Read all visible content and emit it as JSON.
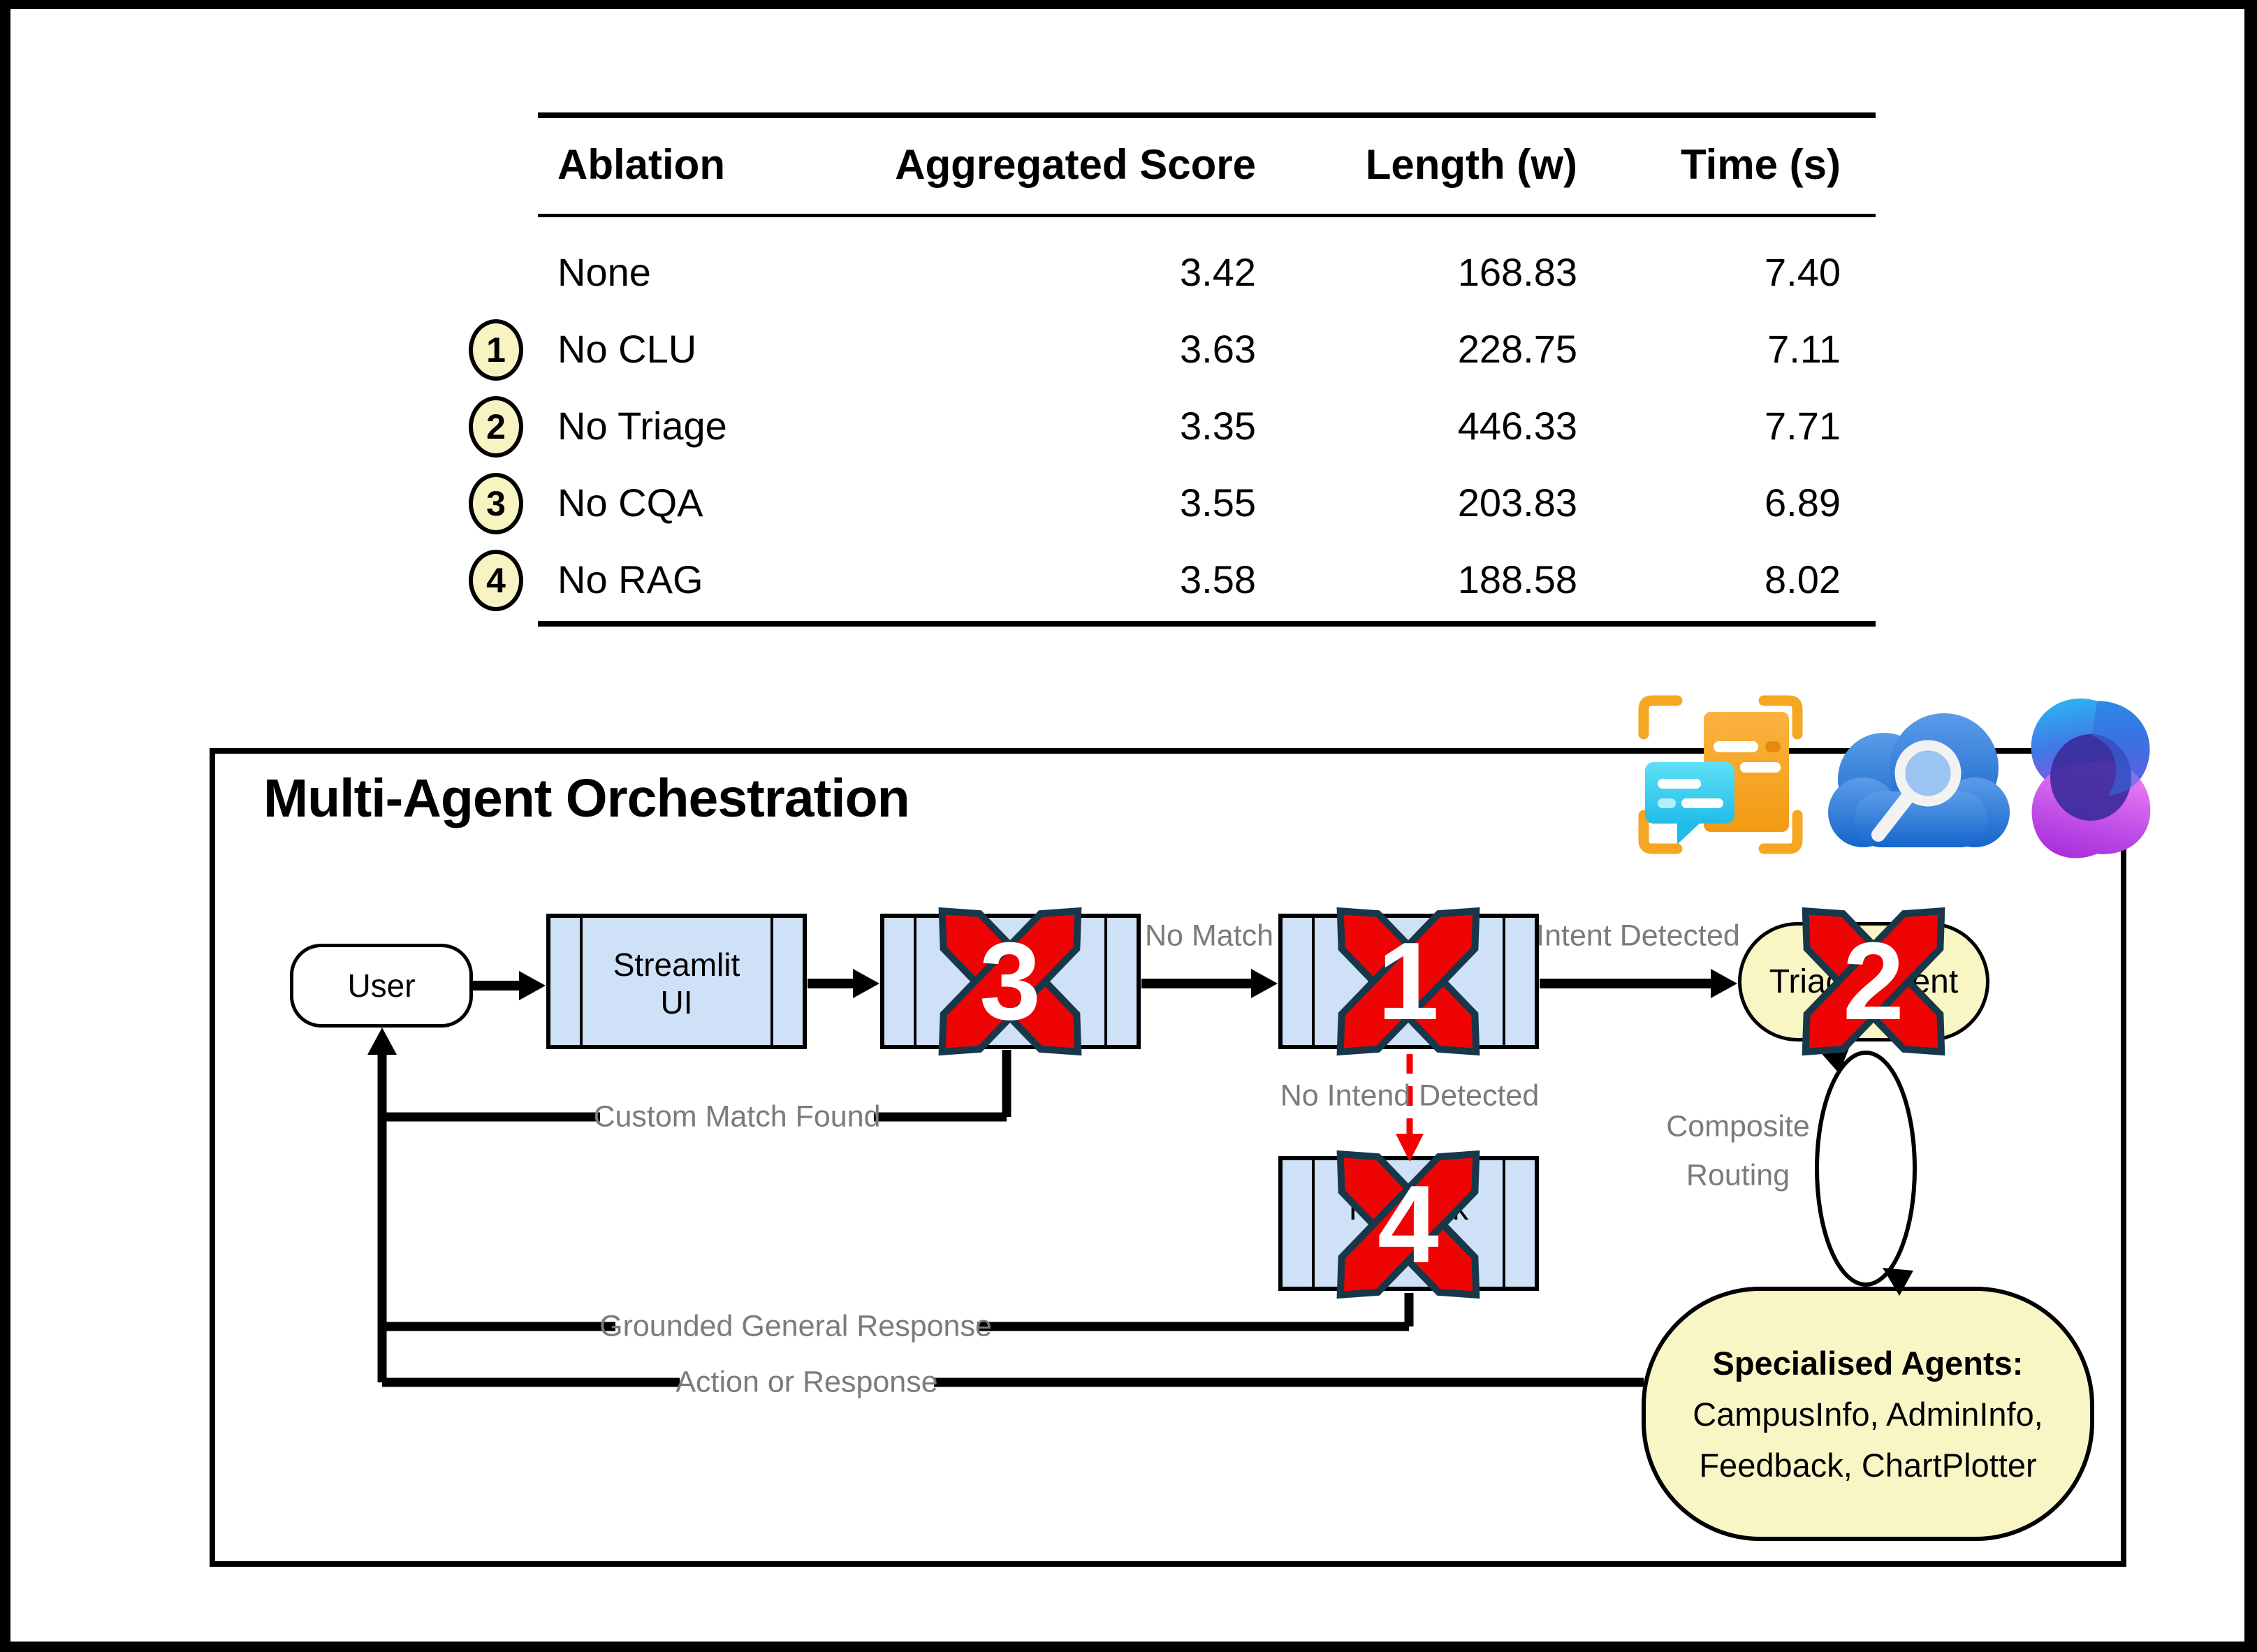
{
  "table": {
    "headers": {
      "ablation": "Ablation",
      "score": "Aggregated Score",
      "length": "Length (w)",
      "time": "Time (s)"
    },
    "rows": [
      {
        "marker": "",
        "ablation": "None",
        "score": "3.42",
        "length": "168.83",
        "time": "7.40"
      },
      {
        "marker": "1",
        "ablation": "No CLU",
        "score": "3.63",
        "length": "228.75",
        "time": "7.11"
      },
      {
        "marker": "2",
        "ablation": "No Triage",
        "score": "3.35",
        "length": "446.33",
        "time": "7.71"
      },
      {
        "marker": "3",
        "ablation": "No CQA",
        "score": "3.55",
        "length": "203.83",
        "time": "6.89"
      },
      {
        "marker": "4",
        "ablation": "No RAG",
        "score": "3.58",
        "length": "188.58",
        "time": "8.02"
      }
    ]
  },
  "diagram": {
    "title": "Multi-Agent Orchestration",
    "nodes": {
      "user": "User",
      "streamlit_line1": "Streamlit",
      "streamlit_line2": "UI",
      "fallback": "Fallback",
      "triage": "Triage Agent",
      "bubble_title": "Specialised Agents:",
      "bubble_line2": "CampusInfo, AdminInfo,",
      "bubble_line3": "Feedback, ChartPlotter"
    },
    "edge_labels": {
      "no_match": "No Match",
      "intent_detected": "Intent Detected",
      "no_intend": "No Intend Detected",
      "custom_match": "Custom Match Found",
      "composite_line1": "Composite",
      "composite_line2": "Routing",
      "grounded": "Grounded General Response",
      "action": "Action or Response"
    },
    "markers": {
      "clu": "1",
      "triage": "2",
      "cqa": "3",
      "fallback": "4"
    },
    "icons": {
      "language": "language-understanding-icon",
      "search": "cognitive-search-cloud-icon",
      "swirl": "copilot-swirl-icon"
    },
    "colors": {
      "box_blue": "#cfe1f7",
      "node_yellow": "#f8f6c5",
      "circle_yellow": "#f7f3c2",
      "cross_red": "#ee0404",
      "cross_outline": "#17384a",
      "label_gray": "#7b7b7b",
      "icon_orange": "#f5a623",
      "icon_cyan": "#2fc5ec",
      "icon_blue": "#2f7ad2"
    }
  }
}
